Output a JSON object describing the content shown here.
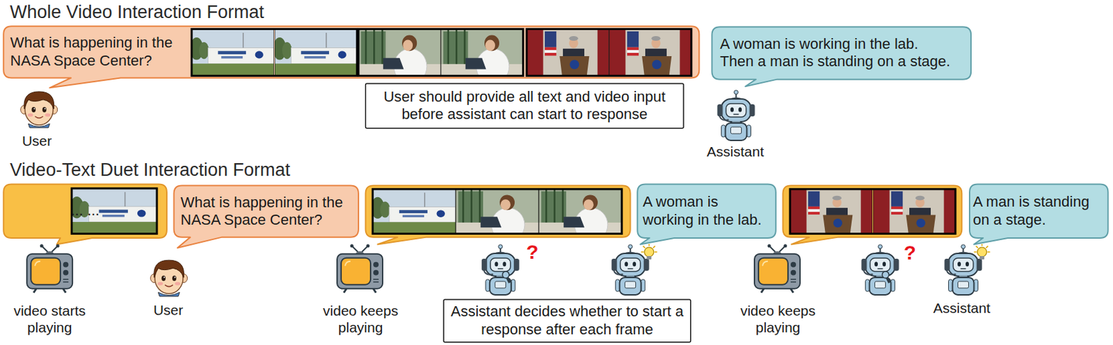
{
  "diagram": {
    "nodes": [
      {
        "text": [
          "What is happening in the NASA Space Center?"
        ]
      },
      {
        "text": [
          "User should provide all text and video input before assistant can start to response"
        ]
      },
      {
        "text": [
          "A woman is working in the lab. Then a man is standing on a stage."
        ]
      },
      {
        "text": [
          "... ..."
        ]
      },
      {
        "text": [
          "What is happening in the NASA Space Center?"
        ]
      },
      {
        "text": [
          "A woman is working in the lab."
        ]
      },
      {
        "text": [
          "A man is standing on a stage."
        ]
      },
      {
        "text": [
          "Assistant decides whether to start a response after each frame"
        ]
      }
    ],
    "labels": [
      "Whole Video Interaction Format",
      "User",
      "Assistant",
      "Video-Text Duet Interaction Format",
      "video starts playing",
      "User",
      "video keeps playing",
      "?",
      "video keeps playing",
      "?",
      "Assistant"
    ]
  }
}
